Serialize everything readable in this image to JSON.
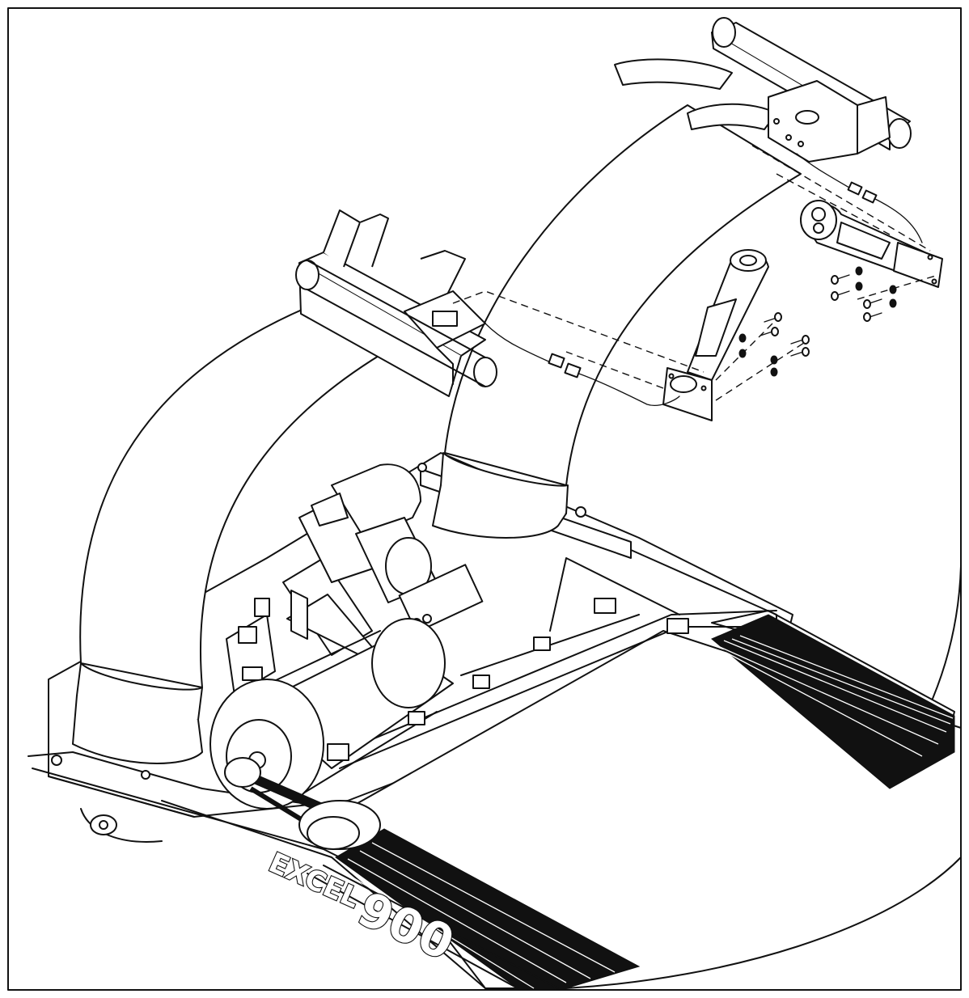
{
  "brand": {
    "model_text": "EXCEL",
    "model_number": "900"
  },
  "colors": {
    "line": "#111111",
    "background": "#ffffff",
    "belt_rubber": "#111111"
  },
  "parts": [
    "frame-border",
    "left-upright",
    "right-upright",
    "left-handlebar-bracket",
    "right-handlebar-bracket",
    "left-grip-sensor",
    "right-grip-sensor",
    "sensor-cable-connectors",
    "mounting-screws",
    "incline-motor",
    "drive-motor",
    "drive-belt",
    "front-roller",
    "running-deck",
    "motor-hood-base"
  ]
}
